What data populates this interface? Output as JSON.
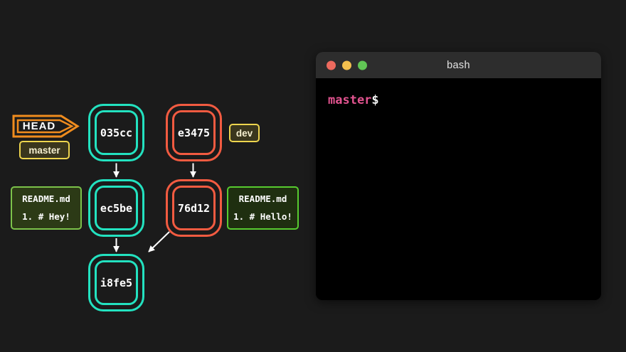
{
  "colors": {
    "background": "#1b1b1b",
    "commit_teal": "#23e2c0",
    "commit_orange": "#f25b41",
    "branch_badge_yellow": "#eed54e",
    "head_pointer_orange": "#f08c1e",
    "file_box_green_left": "#7cc24a",
    "file_box_green_right": "#57cc2f",
    "arrow": "#ffffff",
    "terminal_titlebar": "#2d2d2d",
    "terminal_body": "#000000",
    "prompt_pink": "#e1538f",
    "traffic_red": "#ed6a5e",
    "traffic_yellow": "#f4c04e",
    "traffic_green": "#61c555"
  },
  "diagram": {
    "head": {
      "label": "HEAD"
    },
    "branch_labels": {
      "master": "master",
      "dev": "dev"
    },
    "commits": [
      {
        "id": "035cc",
        "color": "#23e2c0"
      },
      {
        "id": "e3475",
        "color": "#f25b41"
      },
      {
        "id": "ec5be",
        "color": "#23e2c0"
      },
      {
        "id": "76d12",
        "color": "#f25b41"
      },
      {
        "id": "i8fe5",
        "color": "#23e2c0"
      }
    ],
    "files": [
      {
        "name": "README.md",
        "content": "1. # Hey!"
      },
      {
        "name": "README.md",
        "content": "1. # Hello!"
      }
    ]
  },
  "terminal": {
    "title": "bash",
    "prompt": {
      "branch": "master",
      "symbol": "$"
    }
  }
}
